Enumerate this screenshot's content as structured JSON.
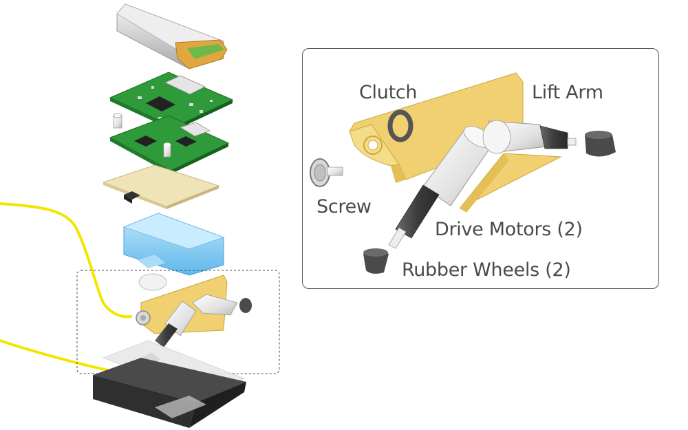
{
  "labels": {
    "clutch": "Clutch",
    "lift_arm": "Lift Arm",
    "screw": "Screw",
    "drive_motors": "Drive Motors (2)",
    "rubber_wheels": "Rubber Wheels (2)"
  },
  "colors": {
    "pcb_green": "#2f9a3a",
    "bracket_yellow": "#f0d070",
    "battery_silver": "#d9d9d9",
    "battery_tab": "#e0a640",
    "motor_white": "#ececec",
    "shaft_dark": "#3a3a3a",
    "wheel_dark": "#555555",
    "servo_blue": "#8fd0f5",
    "wire_yellow": "#f2e600",
    "sensor_board": "#efe3b8",
    "base_dark": "#3d3d3d",
    "panel_border": "#555555"
  }
}
